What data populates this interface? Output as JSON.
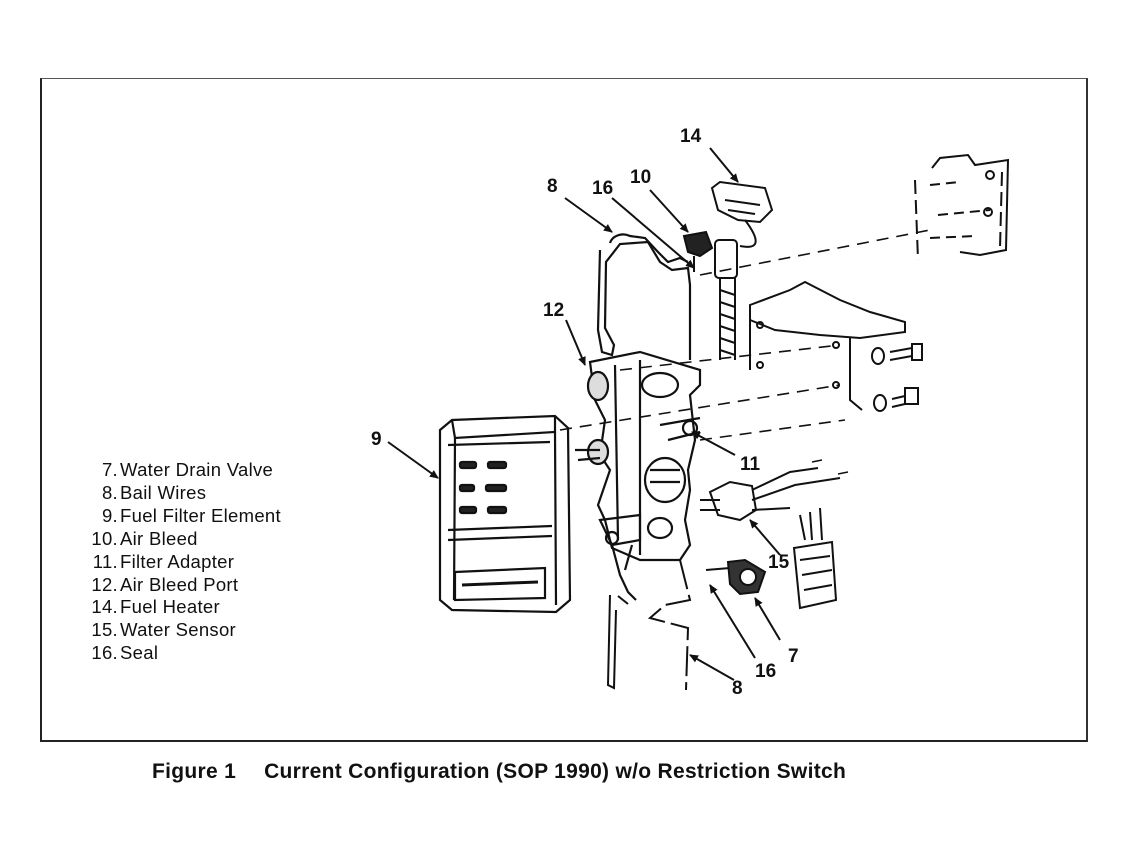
{
  "legend": [
    {
      "num": "7.",
      "label": "Water Drain Valve"
    },
    {
      "num": "8.",
      "label": "Bail Wires"
    },
    {
      "num": "9.",
      "label": "Fuel Filter Element"
    },
    {
      "num": "10.",
      "label": "Air Bleed"
    },
    {
      "num": "11.",
      "label": "Filter Adapter"
    },
    {
      "num": "12.",
      "label": "Air Bleed Port"
    },
    {
      "num": "14.",
      "label": "Fuel Heater"
    },
    {
      "num": "15.",
      "label": "Water Sensor"
    },
    {
      "num": "16.",
      "label": "Seal"
    }
  ],
  "callouts": {
    "c14": "14",
    "c10": "10",
    "c16_top": "16",
    "c8_top": "8",
    "c12": "12",
    "c9": "9",
    "c11": "11",
    "c15": "15",
    "c7": "7",
    "c16_bottom": "16",
    "c8_bottom": "8"
  },
  "caption": {
    "figure": "Figure 1",
    "title": "Current Configuration (SOP 1990) w/o Restriction Switch"
  }
}
